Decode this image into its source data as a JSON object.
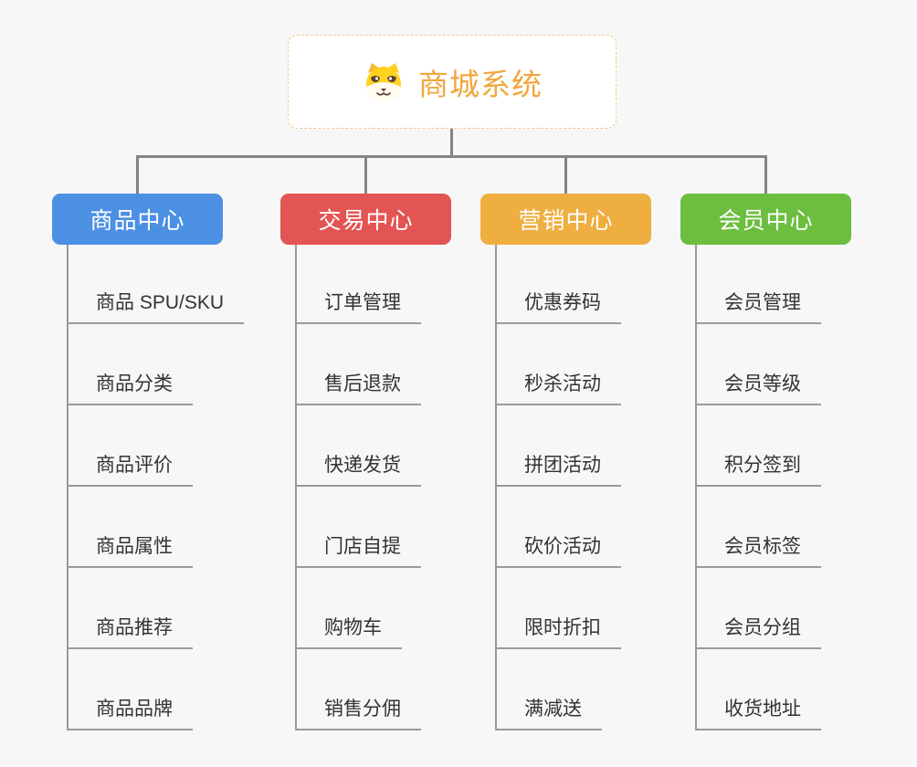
{
  "root": {
    "title": "商城系统",
    "icon": "dog-face-icon"
  },
  "colors": {
    "background": "#f7f7f7",
    "root_border": "#f2c98c",
    "root_title": "#f0a73c",
    "connector": "#848484",
    "leaf_line": "#9a9a9a",
    "leaf_text": "#333333",
    "branch_text": "#ffffff"
  },
  "branches": [
    {
      "label": "商品中心",
      "color": "#4c90e4",
      "children": [
        "商品 SPU/SKU",
        "商品分类",
        "商品评价",
        "商品属性",
        "商品推荐",
        "商品品牌"
      ]
    },
    {
      "label": "交易中心",
      "color": "#e35454",
      "children": [
        "订单管理",
        "售后退款",
        "快递发货",
        "门店自提",
        "购物车",
        "销售分佣"
      ]
    },
    {
      "label": "营销中心",
      "color": "#efae40",
      "children": [
        "优惠券码",
        "秒杀活动",
        "拼团活动",
        "砍价活动",
        "限时折扣",
        "满减送"
      ]
    },
    {
      "label": "会员中心",
      "color": "#6cbe3f",
      "children": [
        "会员管理",
        "会员等级",
        "积分签到",
        "会员标签",
        "会员分组",
        "收货地址"
      ]
    }
  ]
}
